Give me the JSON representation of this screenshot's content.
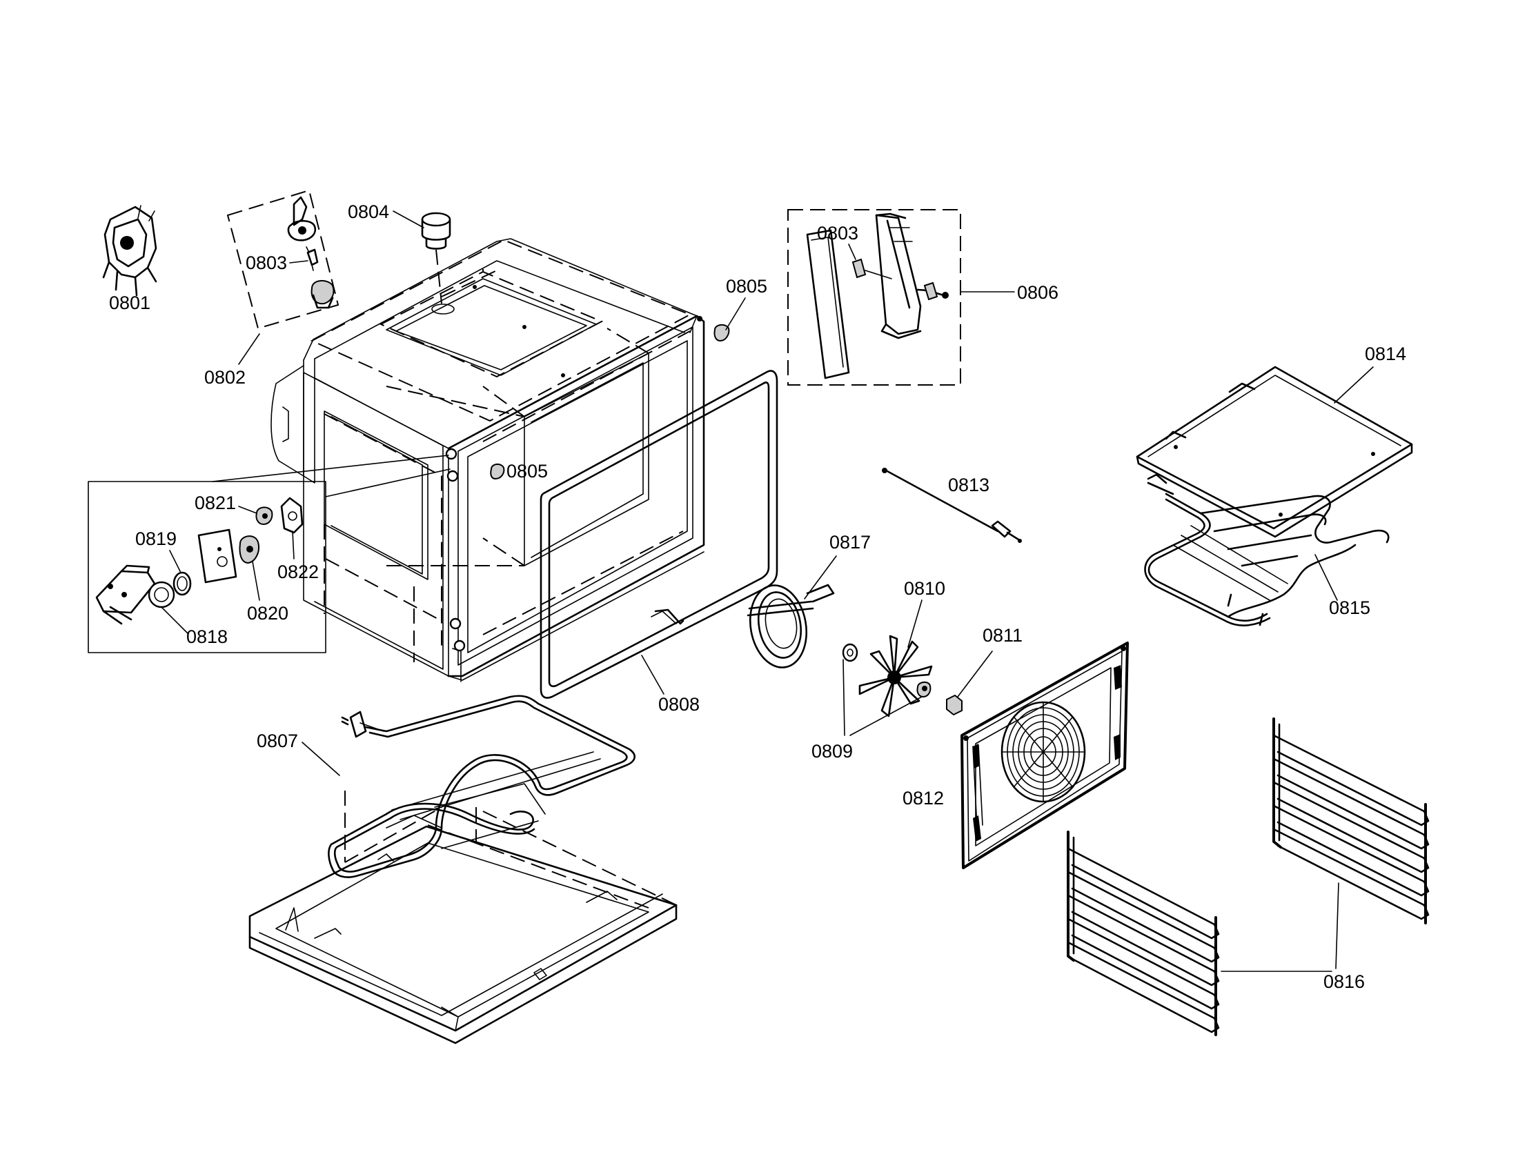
{
  "callouts": {
    "c0801": "0801",
    "c0802": "0802",
    "c0803a": "0803",
    "c0803b": "0803",
    "c0804": "0804",
    "c0805a": "0805",
    "c0805b": "0805",
    "c0806": "0806",
    "c0807": "0807",
    "c0808": "0808",
    "c0809": "0809",
    "c0810": "0810",
    "c0811": "0811",
    "c0812": "0812",
    "c0813": "0813",
    "c0814": "0814",
    "c0815": "0815",
    "c0816": "0816",
    "c0817": "0817",
    "c0818": "0818",
    "c0819": "0819",
    "c0820": "0820",
    "c0821": "0821",
    "c0822": "0822"
  }
}
